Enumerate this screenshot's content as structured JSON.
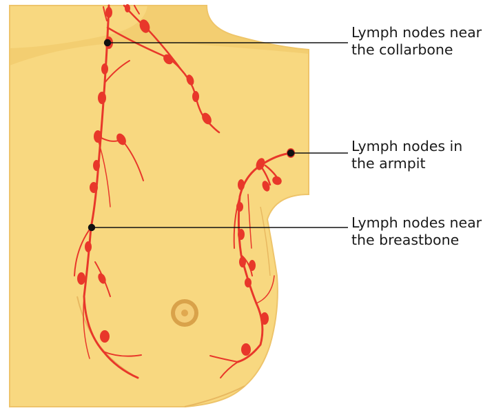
{
  "labels": {
    "collarbone": {
      "line1": "Lymph nodes near",
      "line2": "the collarbone"
    },
    "armpit": {
      "line1": "Lymph nodes in",
      "line2": "the armpit"
    },
    "breastbone": {
      "line1": "Lymph nodes near",
      "line2": "the breastbone"
    }
  },
  "colors": {
    "skin": "#f8d880",
    "skin_shadow": "#f0c868",
    "skin_outline": "#e8b860",
    "vessel": "#e8372a",
    "node": "#e8372a",
    "nipple_ring": "#d9a24a",
    "nipple_center": "#e6b35a",
    "leader_line": "#111111"
  }
}
